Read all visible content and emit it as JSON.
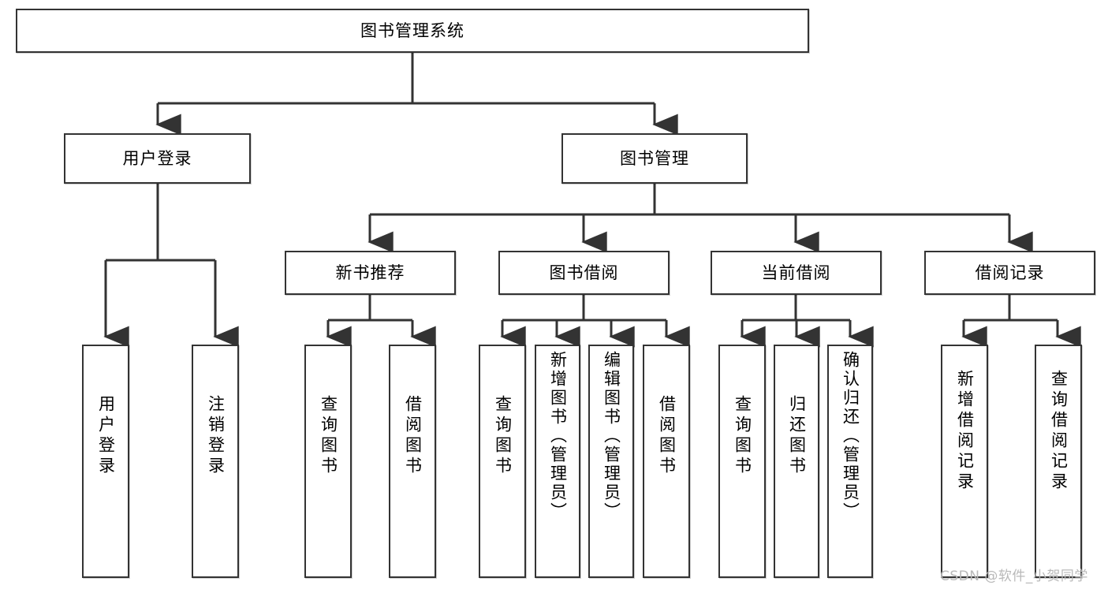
{
  "diagram": {
    "title": "图书管理系统",
    "type": "tree-hierarchy",
    "stroke_color": "#333333",
    "fill_color": "#ffffff",
    "text_color": "#000000",
    "nodes": {
      "root": {
        "label": "图书管理系统"
      },
      "user_login": {
        "label": "用户登录"
      },
      "book_manage": {
        "label": "图书管理"
      },
      "new_book_rec": {
        "label": "新书推荐"
      },
      "book_borrow": {
        "label": "图书借阅"
      },
      "current_borrow": {
        "label": "当前借阅"
      },
      "borrow_record": {
        "label": "借阅记录"
      },
      "leaf_user_login": {
        "label": "用户登录"
      },
      "leaf_logout": {
        "label": "注销登录"
      },
      "leaf_query_book_1": {
        "label": "查询图书"
      },
      "leaf_borrow_book_1": {
        "label": "借阅图书"
      },
      "leaf_query_book_2": {
        "label": "查询图书"
      },
      "leaf_add_book": {
        "label": "新增图书（管理员）"
      },
      "leaf_edit_book": {
        "label": "编辑图书（管理员）"
      },
      "leaf_borrow_book_2": {
        "label": "借阅图书"
      },
      "leaf_query_book_3": {
        "label": "查询图书"
      },
      "leaf_return_book": {
        "label": "归还图书"
      },
      "leaf_confirm_return": {
        "label": "确认归还（管理员）"
      },
      "leaf_add_record": {
        "label": "新增借阅记录"
      },
      "leaf_query_record": {
        "label": "查询借阅记录"
      }
    },
    "edges": [
      {
        "from": "root",
        "to": "user_login"
      },
      {
        "from": "root",
        "to": "book_manage"
      },
      {
        "from": "user_login",
        "to": "leaf_user_login"
      },
      {
        "from": "user_login",
        "to": "leaf_logout"
      },
      {
        "from": "book_manage",
        "to": "new_book_rec"
      },
      {
        "from": "book_manage",
        "to": "book_borrow"
      },
      {
        "from": "book_manage",
        "to": "current_borrow"
      },
      {
        "from": "book_manage",
        "to": "borrow_record"
      },
      {
        "from": "new_book_rec",
        "to": "leaf_query_book_1"
      },
      {
        "from": "new_book_rec",
        "to": "leaf_borrow_book_1"
      },
      {
        "from": "book_borrow",
        "to": "leaf_query_book_2"
      },
      {
        "from": "book_borrow",
        "to": "leaf_add_book"
      },
      {
        "from": "book_borrow",
        "to": "leaf_edit_book"
      },
      {
        "from": "book_borrow",
        "to": "leaf_borrow_book_2"
      },
      {
        "from": "current_borrow",
        "to": "leaf_query_book_3"
      },
      {
        "from": "current_borrow",
        "to": "leaf_return_book"
      },
      {
        "from": "current_borrow",
        "to": "leaf_confirm_return"
      },
      {
        "from": "borrow_record",
        "to": "leaf_add_record"
      },
      {
        "from": "borrow_record",
        "to": "leaf_query_record"
      }
    ]
  },
  "watermark": {
    "text": "CSDN @软件_小贺同学",
    "color": "#b9b9b9"
  }
}
